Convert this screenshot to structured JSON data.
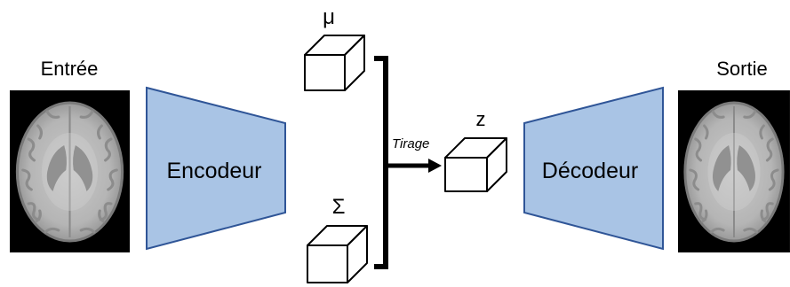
{
  "labels": {
    "input": "Entrée",
    "output": "Sortie",
    "encoder": "Encodeur",
    "decoder": "Décodeur",
    "mu": "μ",
    "sigma": "Σ",
    "z": "z",
    "sampling": "Tirage"
  },
  "colors": {
    "trapezoid_fill": "#a9c4e5",
    "trapezoid_stroke": "#2f5597",
    "image_background": "#000000",
    "brain_tissue": "#b9b9b9"
  },
  "images": {
    "input": "brain-mri-axial-slice",
    "output": "brain-mri-axial-slice"
  }
}
